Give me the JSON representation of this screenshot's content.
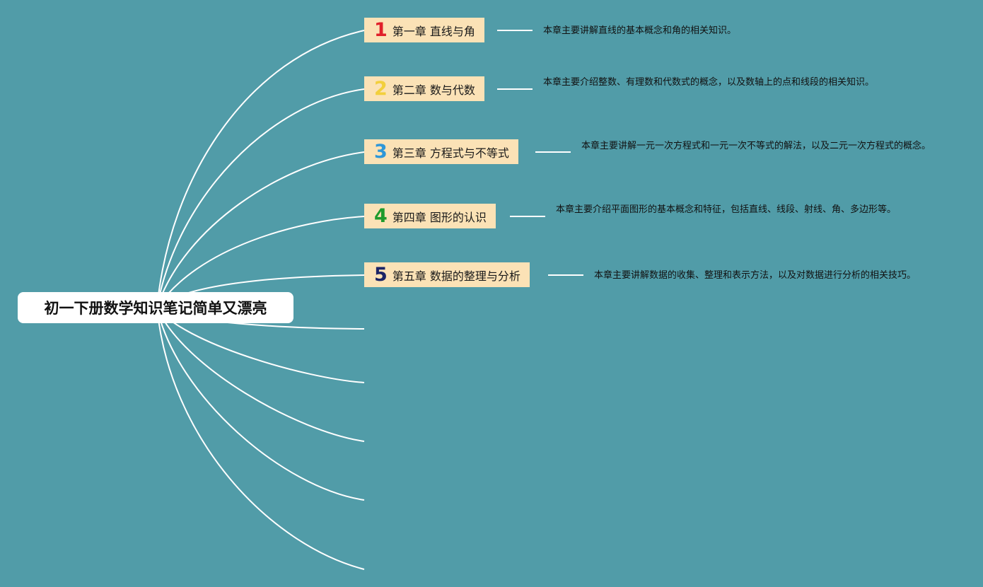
{
  "root": {
    "title": "初一下册数学知识笔记简单又漂亮"
  },
  "chapters": [
    {
      "number": "1",
      "number_color": "#e0202a",
      "label": "第一章 直线与角",
      "description": "本章主要讲解直线的基本概念和角的相关知识。"
    },
    {
      "number": "2",
      "number_color": "#f2cf3c",
      "label": "第二章 数与代数",
      "description": "本章主要介绍整数、有理数和代数式的概念，以及数轴上的点和线段的相关知识。"
    },
    {
      "number": "3",
      "number_color": "#2f97d8",
      "label": "第三章 方程式与不等式",
      "description": "本章主要讲解一元一次方程式和一元一次不等式的解法，以及二元一次方程式的概念。"
    },
    {
      "number": "4",
      "number_color": "#1f9b2c",
      "label": "第四章 图形的认识",
      "description": "本章主要介绍平面图形的基本概念和特征，包括直线、线段、射线、角、多边形等。"
    },
    {
      "number": "5",
      "number_color": "#1c2466",
      "label": "第五章 数据的整理与分析",
      "description": "本章主要讲解数据的收集、整理和表示方法，以及对数据进行分析的相关技巧。"
    }
  ]
}
